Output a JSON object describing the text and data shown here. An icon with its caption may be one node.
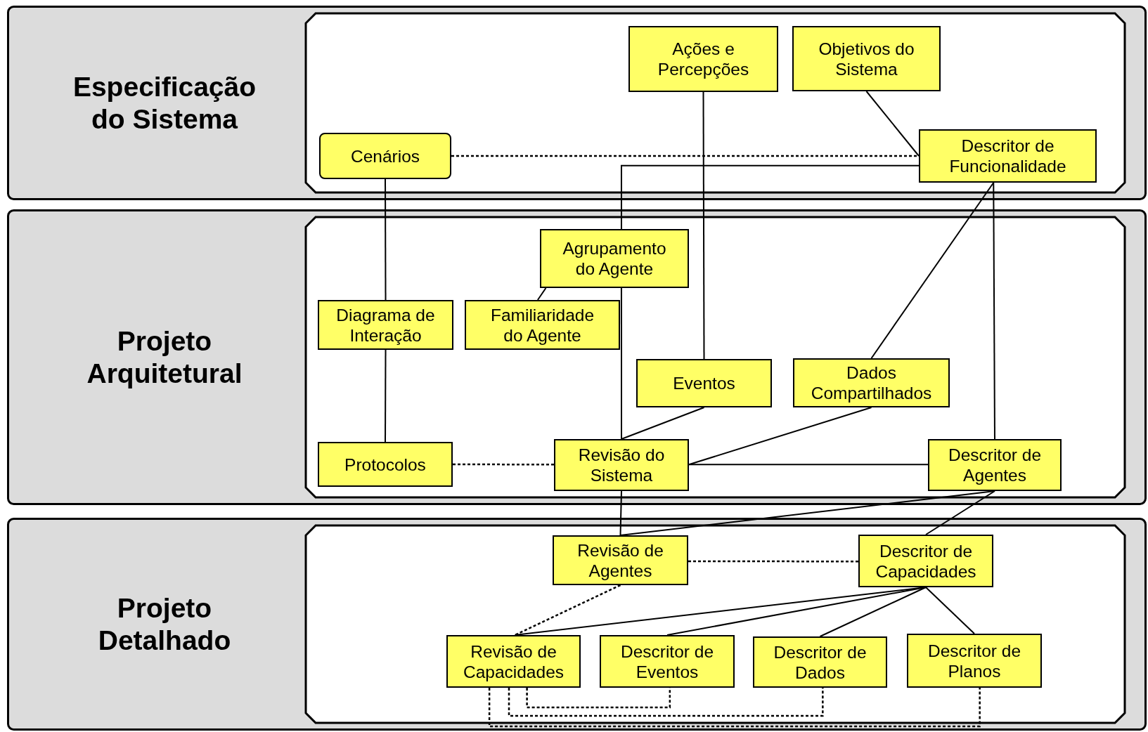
{
  "diagram": {
    "nodes": [
      {
        "text": [
          "Especificação do Sistema"
        ]
      },
      {
        "text": [
          "Projeto Arquitetural"
        ]
      },
      {
        "text": [
          "Projeto Detalhado"
        ]
      },
      {
        "text": [
          "Ações e Percepções"
        ],
        "in": 0
      },
      {
        "text": [
          "Objetivos do Sistema"
        ],
        "in": 0
      },
      {
        "text": [
          "Cenários"
        ],
        "in": 0
      },
      {
        "text": [
          "Descritor de Funcionalidade"
        ],
        "in": 0
      },
      {
        "text": [
          "Agrupamento do Agente"
        ],
        "in": 1
      },
      {
        "text": [
          "Diagrama de Interação"
        ],
        "in": 1
      },
      {
        "text": [
          "Familiaridade do Agente"
        ],
        "in": 1
      },
      {
        "text": [
          "Eventos"
        ],
        "in": 1
      },
      {
        "text": [
          "Dados Compartilhados"
        ],
        "in": 1
      },
      {
        "text": [
          "Protocolos"
        ],
        "in": 1
      },
      {
        "text": [
          "Revisão do Sistema"
        ],
        "in": 1
      },
      {
        "text": [
          "Descritor de Agentes"
        ],
        "in": 1
      },
      {
        "text": [
          "Revisão de Agentes"
        ],
        "in": 2
      },
      {
        "text": [
          "Descritor de Capacidades"
        ],
        "in": 2
      },
      {
        "text": [
          "Revisão de Capacidades"
        ],
        "in": 2
      },
      {
        "text": [
          "Descritor de Eventos"
        ],
        "in": 2
      },
      {
        "text": [
          "Descritor de Dados"
        ],
        "in": 2
      },
      {
        "text": [
          "Descritor de Planos"
        ],
        "in": 2
      }
    ],
    "edges": [
      {
        "from": 3,
        "to": 10,
        "arrow": "none"
      },
      {
        "from": 4,
        "to": 6,
        "arrow": "none"
      },
      {
        "from": 5,
        "to": 6,
        "arrow": "none",
        "style": "dashed"
      },
      {
        "from": 5,
        "to": 8,
        "arrow": "none"
      },
      {
        "from": 6,
        "to": 7,
        "arrow": "none"
      },
      {
        "from": 6,
        "to": 11,
        "arrow": "none"
      },
      {
        "from": 6,
        "to": 14,
        "arrow": "none"
      },
      {
        "from": 7,
        "to": 9,
        "arrow": "none"
      },
      {
        "from": 7,
        "to": 13,
        "arrow": "none"
      },
      {
        "from": 8,
        "to": 12,
        "arrow": "none"
      },
      {
        "from": 10,
        "to": 13,
        "arrow": "none"
      },
      {
        "from": 11,
        "to": 13,
        "arrow": "none"
      },
      {
        "from": 12,
        "to": 13,
        "arrow": "none",
        "style": "dashed"
      },
      {
        "from": 13,
        "to": 14,
        "arrow": "none"
      },
      {
        "from": 13,
        "to": 15,
        "arrow": "none"
      },
      {
        "from": 14,
        "to": 15,
        "arrow": "none"
      },
      {
        "from": 14,
        "to": 16,
        "arrow": "none"
      },
      {
        "from": 15,
        "to": 16,
        "arrow": "none",
        "style": "dashed"
      },
      {
        "from": 15,
        "to": 17,
        "arrow": "none",
        "style": "dashed"
      },
      {
        "from": 16,
        "to": 17,
        "arrow": "none"
      },
      {
        "from": 16,
        "to": 18,
        "arrow": "none"
      },
      {
        "from": 16,
        "to": 19,
        "arrow": "none"
      },
      {
        "from": 16,
        "to": 20,
        "arrow": "none"
      },
      {
        "from": 17,
        "to": 18,
        "arrow": "none",
        "style": "dashed"
      },
      {
        "from": 17,
        "to": 19,
        "arrow": "none",
        "style": "dashed"
      },
      {
        "from": 17,
        "to": 20,
        "arrow": "none",
        "style": "dashed"
      }
    ]
  }
}
